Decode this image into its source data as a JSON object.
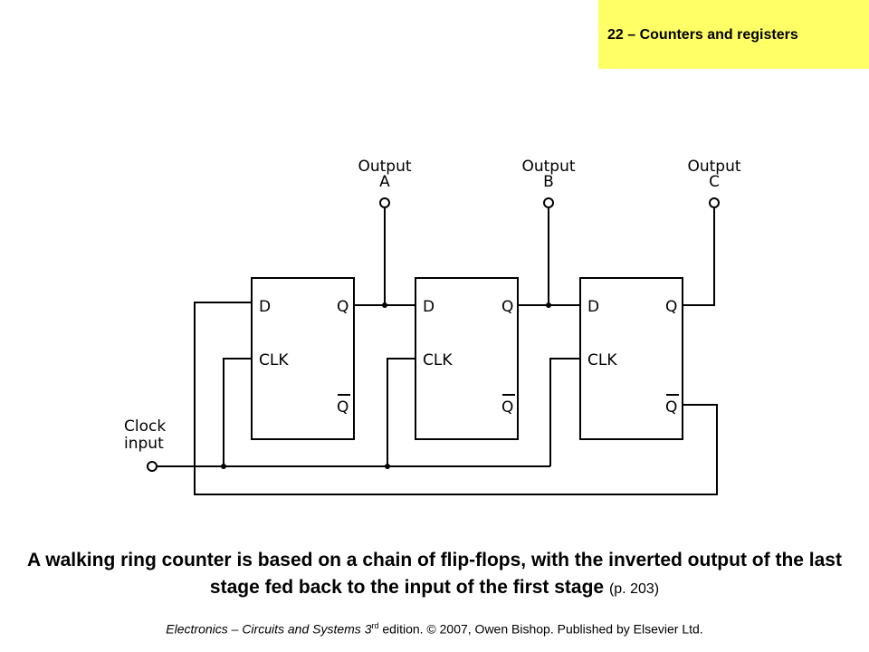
{
  "header": {
    "chapter_title": "22 – Counters and registers",
    "tab_color": "#ffff66"
  },
  "diagram": {
    "flip_flops": [
      {
        "id": "ff1",
        "pins": {
          "d": "D",
          "clk": "CLK",
          "q": "Q",
          "qbar": "Q"
        }
      },
      {
        "id": "ff2",
        "pins": {
          "d": "D",
          "clk": "CLK",
          "q": "Q",
          "qbar": "Q"
        }
      },
      {
        "id": "ff3",
        "pins": {
          "d": "D",
          "clk": "CLK",
          "q": "Q",
          "qbar": "Q"
        }
      }
    ],
    "outputs": [
      {
        "label": "Output",
        "letter": "A"
      },
      {
        "label": "Output",
        "letter": "B"
      },
      {
        "label": "Output",
        "letter": "C"
      }
    ],
    "clock_input": {
      "line1": "Clock",
      "line2": "input"
    }
  },
  "caption": {
    "main": "A walking ring counter is based on a chain of flip-flops, with the inverted output of the last stage fed back to the input of the first stage",
    "page_ref": "(p. 203)"
  },
  "footer": {
    "book_title": "Electronics – Circuits and Systems 3",
    "edition_sup": "rd",
    "rest": " edition. © 2007, Owen Bishop. Published by Elsevier Ltd."
  }
}
